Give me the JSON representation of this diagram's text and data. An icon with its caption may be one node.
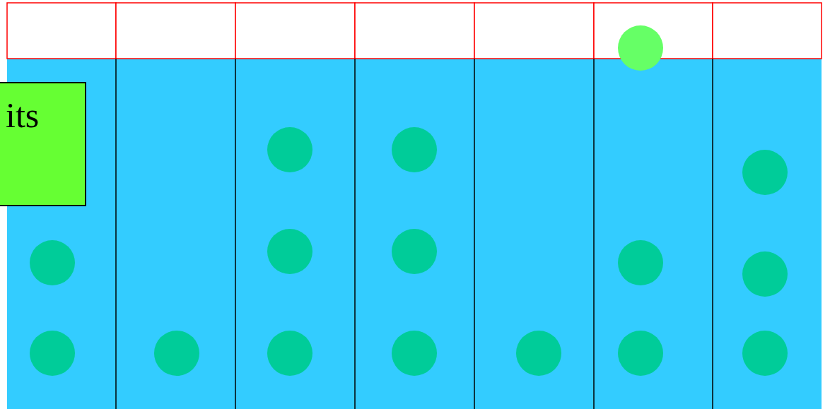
{
  "diagram": {
    "nodes": [
      {
        "text": [
          "its"
        ]
      },
      {
        "text": [],
        "shape": "circle"
      },
      {
        "text": [],
        "shape": "circle"
      },
      {
        "text": [],
        "shape": "circle"
      },
      {
        "text": [],
        "shape": "circle"
      },
      {
        "text": [],
        "shape": "circle"
      },
      {
        "text": [],
        "shape": "circle"
      },
      {
        "text": [],
        "shape": "circle"
      },
      {
        "text": [],
        "shape": "circle"
      },
      {
        "text": [],
        "shape": "circle"
      },
      {
        "text": [],
        "shape": "circle"
      },
      {
        "text": [],
        "shape": "circle"
      },
      {
        "text": [],
        "shape": "circle"
      },
      {
        "text": [],
        "shape": "circle"
      },
      {
        "text": [],
        "shape": "circle"
      },
      {
        "text": [],
        "shape": "circle"
      },
      {
        "text": [],
        "shape": "circle"
      }
    ]
  }
}
